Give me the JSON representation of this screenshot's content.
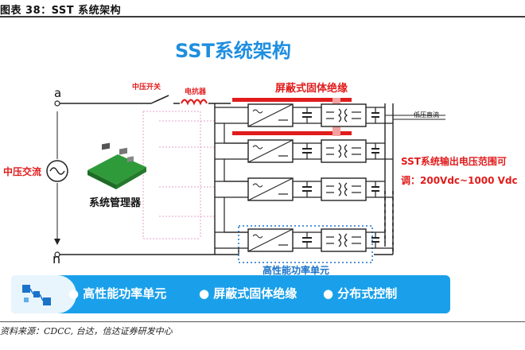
{
  "caption": "图表 38：SST 系统架构",
  "title": "SST系统架构",
  "node_a": "a",
  "node_n": "n",
  "mv_switch": "中压开关",
  "reactor": "电抗器",
  "shield_insulation_label": "屏蔽式固体绝缘",
  "lv_dc": "低压直流",
  "mv_ac": "中压交流",
  "manager": "系统管理器",
  "output_range_line1": "SST系统输出电压范围可",
  "output_range_line2": "调：200Vdc~1000 Vdc",
  "unit_label": "高性能功率单元",
  "banner": {
    "item1": "● 高性能功率单元",
    "item2": "● 屏蔽式固体绝缘",
    "item3": "● 分布式控制"
  },
  "source": "资料来源：CDCC, 台达，信达证券研发中心",
  "colors": {
    "accent_blue": "#1e8ee0",
    "red": "#e11c1c",
    "banner": "#1aa0ea"
  }
}
